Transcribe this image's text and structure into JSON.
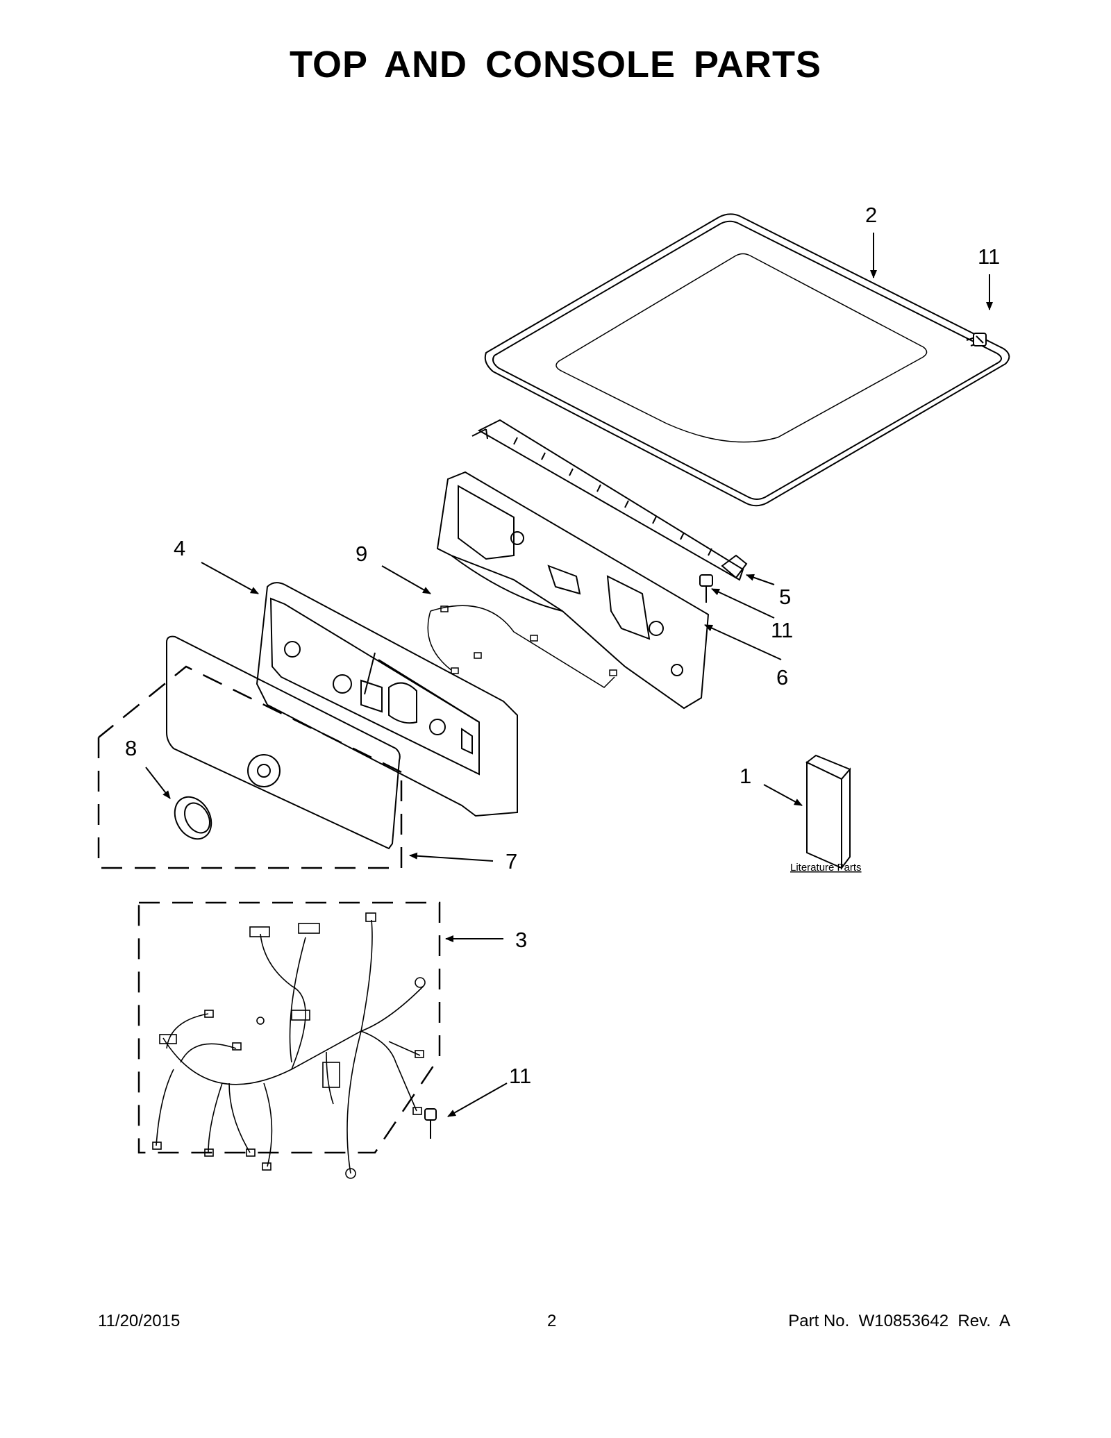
{
  "title": "TOP AND CONSOLE PARTS",
  "callouts": {
    "c1": "1",
    "c2": "2",
    "c3": "3",
    "c4": "4",
    "c5": "5",
    "c6": "6",
    "c7": "7",
    "c8": "8",
    "c9": "9",
    "c11_top": "11",
    "c11_mid": "11",
    "c11_low": "11"
  },
  "literature_label": "Literature Parts",
  "footer": {
    "date": "11/20/2015",
    "page": "2",
    "part": "Part No.  W10853642  Rev.  A"
  }
}
